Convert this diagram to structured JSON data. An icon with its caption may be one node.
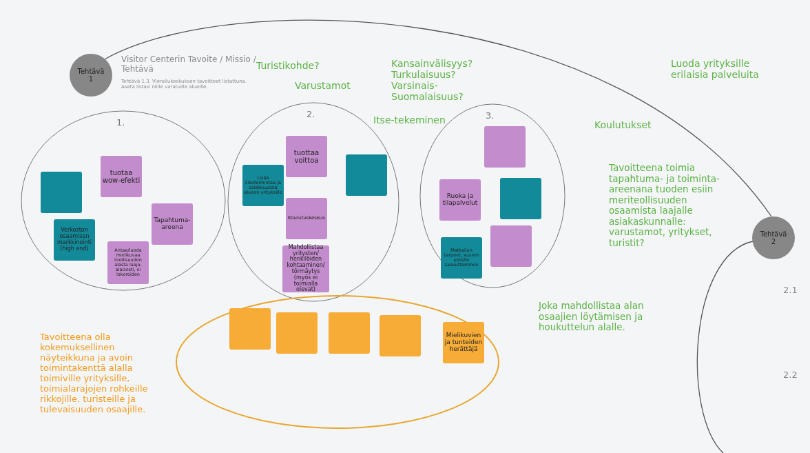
{
  "diagram": {
    "title": "Visitor Centerin Tavoite / Missio / Tehtävä",
    "nodes": [
      {
        "text": [
          "Tehtävä 1"
        ]
      },
      {
        "text": [
          "Tehtävä 2"
        ]
      },
      {
        "text": [
          "1."
        ]
      },
      {
        "text": [],
        "shape": "box",
        "in": 2
      },
      {
        "text": [
          "tuotaa wow-efekti"
        ],
        "in": 2
      },
      {
        "text": [
          "Tapahtuma-areena"
        ],
        "in": 2
      },
      {
        "text": [
          "Verkoston osaamisen markkinointi (high end)"
        ],
        "in": 2
      },
      {
        "text": [
          "Antaa/luoda mielikuvaa teollisuuden alasta laaja-alaisesti, ei lokeroiden"
        ],
        "in": 2
      },
      {
        "text": [
          "2."
        ]
      },
      {
        "text": [
          "Lisää liiketoimintaa ja asiakkuuksia alueen yrityksille"
        ],
        "in": 8
      },
      {
        "text": [
          "tuottaa voittoa"
        ],
        "in": 8
      },
      {
        "text": [],
        "shape": "box",
        "in": 8
      },
      {
        "text": [
          "Koulutuskeskus"
        ],
        "in": 8
      },
      {
        "text": [
          "Mahdollistaa yritysten/ henkilöiden kohtaaminen/ törmäytys (myös ei toimialla olevat)"
        ],
        "in": 8
      },
      {
        "text": [
          "3."
        ]
      },
      {
        "text": [],
        "shape": "box",
        "in": 14
      },
      {
        "text": [
          "Ruoka ja tilapalvelut"
        ],
        "in": 14
      },
      {
        "text": [],
        "shape": "box",
        "in": 14
      },
      {
        "text": [],
        "shape": "box",
        "in": 14
      },
      {
        "text": [
          "Matkailun tarpeet, suuren yleisön saavuttaminen"
        ],
        "in": 14
      },
      {
        "text": [],
        "shape": "ellipse"
      },
      {
        "text": [],
        "shape": "box",
        "in": 20
      },
      {
        "text": [],
        "shape": "box",
        "in": 20
      },
      {
        "text": [],
        "shape": "box",
        "in": 20
      },
      {
        "text": [],
        "shape": "box",
        "in": 20
      },
      {
        "text": [
          "Mielikuvien ja tunteiden herättäjä"
        ],
        "in": 20
      }
    ],
    "edges": [
      {
        "from": 0,
        "to": 1,
        "arrow": "none"
      },
      {
        "from": 1,
        "to": null,
        "arrow": "none"
      }
    ],
    "labels": [
      "Tehtävä 1.3. Vierailukeskuksen tavoitteet listattuna. Aseta listasi niille varatuille alueille.",
      "Turistikohde?",
      "Varustamot",
      "Kansainvälisyys? Turkulaisuus? Varsinais-Suomalaisuus?",
      "Luoda yrityksille erilaisia palveluita",
      "Itse-tekeminen",
      "Koulutukset",
      "Tavoitteena toimia tapahtuma- ja toiminta-areenana tuoden esiin meriteollisuuden osaamista laajalle asiakaskunnalle: varustamot, yritykset, turistit?",
      "2.1",
      "Joka mahdollistaa alan osaajien löytämisen ja houkuttelun alalle.",
      "Tavoitteena olla kokemuksellinen näyteikkuna ja avoin toimintakenttä alalla toimiville yrityksille, toimialarajojen rohkeille rikkojille, turisteille ja tulevaisuuden osaajille.",
      "2.2"
    ]
  }
}
